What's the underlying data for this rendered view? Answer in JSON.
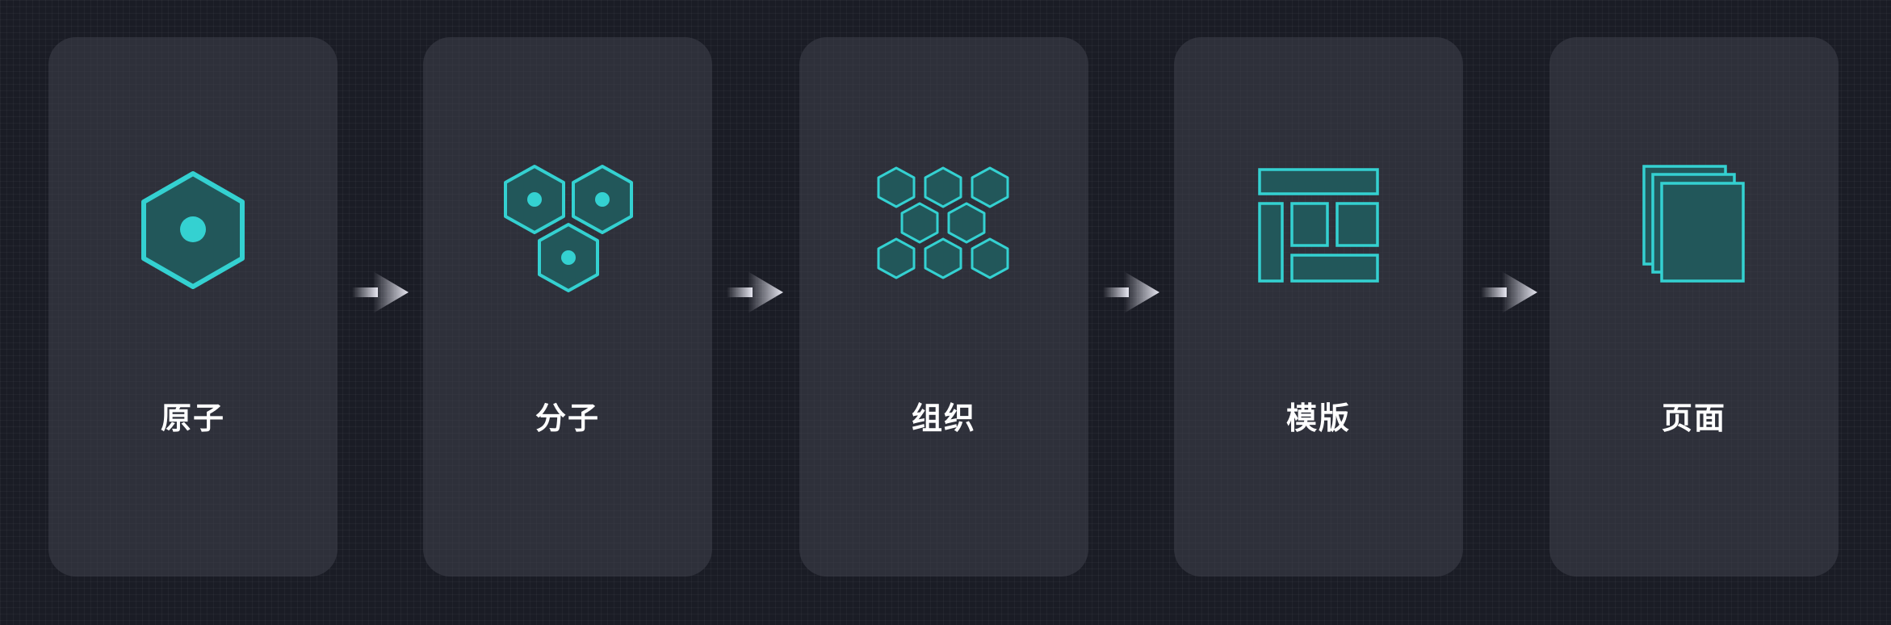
{
  "colors": {
    "background": "#1a1c25",
    "card": "#3a3c46",
    "accent_stroke": "#34d1d1",
    "accent_fill": "#22575a",
    "label": "#ffffff",
    "arrow": "#e6e6f0"
  },
  "steps": [
    {
      "label": "原子",
      "icon": "atom-hexagon-icon"
    },
    {
      "label": "分子",
      "icon": "molecule-hexagons-icon"
    },
    {
      "label": "组织",
      "icon": "organism-hexagon-grid-icon"
    },
    {
      "label": "模版",
      "icon": "template-layout-icon"
    },
    {
      "label": "页面",
      "icon": "page-stack-icon"
    }
  ]
}
